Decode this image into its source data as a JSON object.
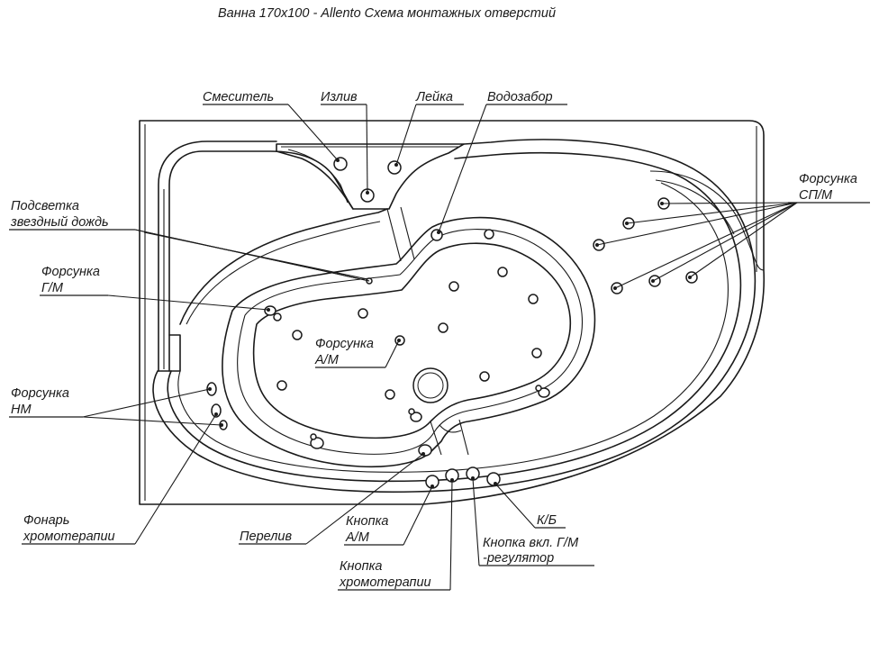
{
  "title": "Ванна 170х100 - Allento Схема монтажных отверстий",
  "labels": {
    "mixer": "Смеситель",
    "spout": "Излив",
    "shower": "Лейка",
    "water_intake": "Водозабор",
    "backlight_line1": "Подсветка",
    "backlight_line2": "звездный дождь",
    "jet_gm_line1": "Форсунка",
    "jet_gm_line2": "Г/М",
    "jet_am_line1": "Форсунка",
    "jet_am_line2": "А/М",
    "jet_nm_line1": "Форсунка",
    "jet_nm_line2": "НМ",
    "jet_spm_line1": "Форсунка",
    "jet_spm_line2": "СП/М",
    "lamp_line1": "Фонарь",
    "lamp_line2": "хромотерапии",
    "overflow": "Перелив",
    "button_am_line1": "Кнопка",
    "button_am_line2": "А/М",
    "button_chromo_line1": "Кнопка",
    "button_chromo_line2": "хромотерапии",
    "button_gm_line1": "Кнопка вкл. Г/М",
    "button_gm_line2": "-регулятор",
    "kb": "К/Б"
  }
}
